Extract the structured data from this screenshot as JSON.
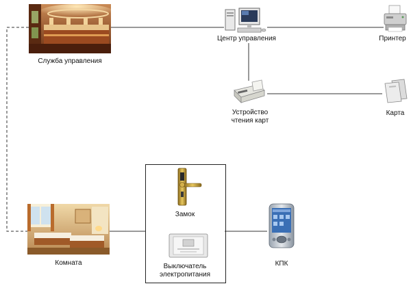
{
  "nodes": {
    "management_service": {
      "label": "Служба управления",
      "icon": "hotel-lobby-photo"
    },
    "control_center": {
      "label": "Центр управления",
      "icon": "desktop-computer-icon"
    },
    "printer": {
      "label": "Принтер",
      "icon": "printer-icon"
    },
    "card_reader": {
      "label": "Устройство\nчтения карт",
      "icon": "card-reader-icon"
    },
    "card": {
      "label": "Карта",
      "icon": "key-card-icon"
    },
    "lock": {
      "label": "Замок",
      "icon": "door-lock-icon"
    },
    "power_switch": {
      "label": "Выключатель\nэлектропитания",
      "icon": "power-switch-icon"
    },
    "room": {
      "label": "Комната",
      "icon": "hotel-room-photo"
    },
    "pda": {
      "label": "КПК",
      "icon": "pda-icon"
    }
  },
  "colors": {
    "wire": "#333333",
    "wood": "#8a4a22",
    "lock_gold": "#c9a23a",
    "pda_blue": "#3a6fb5"
  }
}
